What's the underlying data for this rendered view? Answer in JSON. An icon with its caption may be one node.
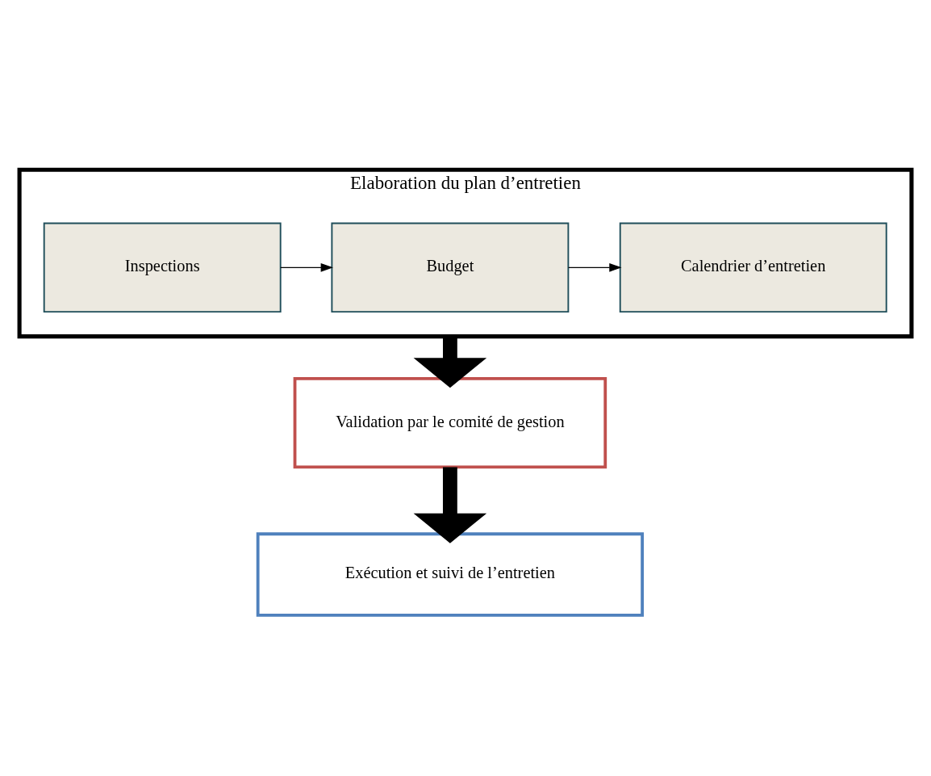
{
  "diagram": {
    "nodes": [
      {
        "text": [
          "Elaboration du plan d’entretien"
        ]
      },
      {
        "text": [
          "Inspections"
        ],
        "in": 0
      },
      {
        "text": [
          "Budget"
        ],
        "in": 0
      },
      {
        "text": [
          "Calendrier d’entretien"
        ],
        "in": 0
      },
      {
        "text": [
          "Validation par le comité de gestion"
        ]
      },
      {
        "text": [
          "Exécution et suivi de l’entretien"
        ]
      }
    ],
    "edges": [
      {
        "from": 1,
        "to": 2,
        "arrow": "to"
      },
      {
        "from": 2,
        "to": 3,
        "arrow": "to"
      },
      {
        "from": 0,
        "to": 4,
        "arrow": "to",
        "style": "thick"
      },
      {
        "from": 4,
        "to": 5,
        "arrow": "to",
        "style": "thick"
      }
    ]
  }
}
